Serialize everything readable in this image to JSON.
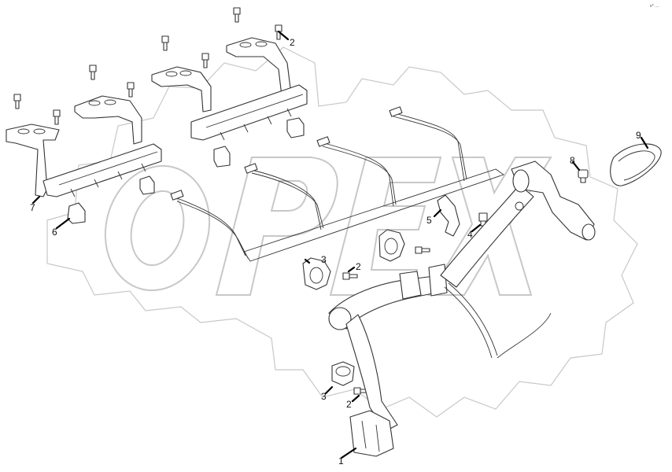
{
  "corner_mark": "e* ....",
  "watermark": {
    "text": "OPEX",
    "type": "logo-watermark"
  },
  "callouts": [
    {
      "id": "c1",
      "text": "1"
    },
    {
      "id": "c2a",
      "text": "2"
    },
    {
      "id": "c2b",
      "text": "2"
    },
    {
      "id": "c2c",
      "text": "2"
    },
    {
      "id": "c3a",
      "text": "3"
    },
    {
      "id": "c3b",
      "text": "3"
    },
    {
      "id": "c4",
      "text": "4"
    },
    {
      "id": "c5",
      "text": "5"
    },
    {
      "id": "c6",
      "text": "6"
    },
    {
      "id": "c7",
      "text": "7"
    },
    {
      "id": "c8",
      "text": "8"
    },
    {
      "id": "c9",
      "text": "9"
    }
  ]
}
